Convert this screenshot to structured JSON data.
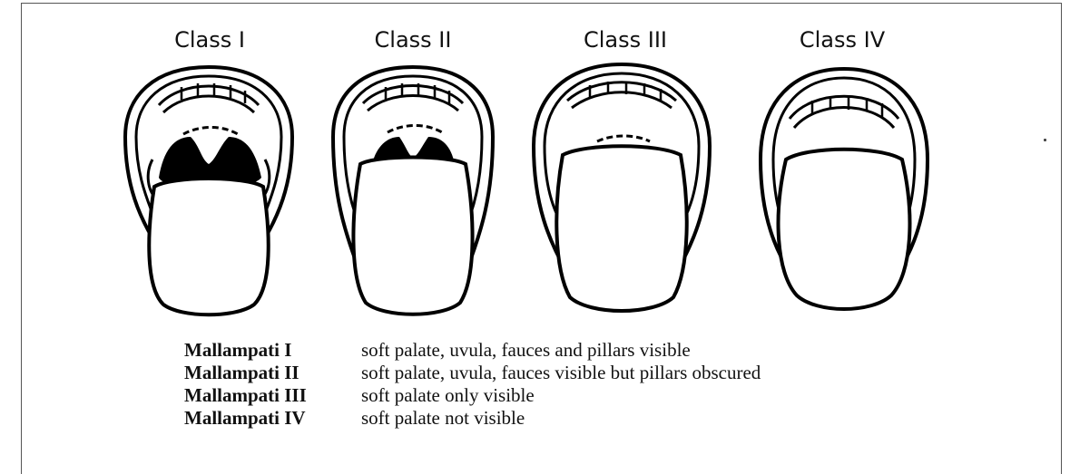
{
  "classes": [
    {
      "label": "Class I"
    },
    {
      "label": "Class II"
    },
    {
      "label": "Class III"
    },
    {
      "label": "Class IV"
    }
  ],
  "legend": [
    {
      "term": "Mallampati I",
      "description": "soft palate, uvula, fauces and pillars visible"
    },
    {
      "term": "Mallampati II",
      "description": "soft palate, uvula, fauces visible but pillars obscured"
    },
    {
      "term": "Mallampati III",
      "description": "soft palate only visible"
    },
    {
      "term": "Mallampati IV",
      "description": "soft palate not visible"
    }
  ]
}
